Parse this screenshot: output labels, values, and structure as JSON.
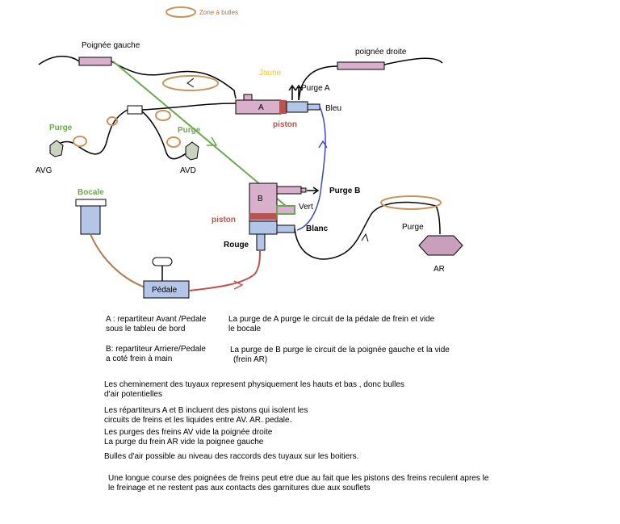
{
  "legend": {
    "bubble_zone": "Zone à bulles"
  },
  "labels": {
    "left_handle": "Poignée gauche",
    "right_handle": "poignée droite",
    "yellow": "Jaune",
    "purge_a": "Purge A",
    "a": "A",
    "blue": "Bleu",
    "piston_a": "piston",
    "purge_avg": "Purge",
    "purge_avd": "Purge",
    "avg": "AVG",
    "avd": "AVD",
    "b": "B",
    "purge_b": "Purge  B",
    "green": "Vert",
    "white": "Blanc",
    "piston_b": "piston",
    "red": "Rouge",
    "bocale": "Bocale",
    "purge_ar": "Purge",
    "ar": "AR",
    "pedal": "Pédale"
  },
  "notes": {
    "a_def_1": "A : repartiteur Avant /Pedale",
    "a_def_2": "sous le tableu de bord",
    "a_purge_1": "La purge de A purge le circuit de la pédale de frein et vide",
    "a_purge_2": "le bocale",
    "b_def_1": "B: repartiteur Arriere/Pedale",
    "b_def_2": "a coté frein à main",
    "b_purge_1": "La purge de B purge le circuit de la poignée gauche et la vide",
    "b_purge_2": "(frein AR)",
    "routing_1": "Les cheminement  des tuyaux represent physiquement les hauts et bas , donc bulles",
    "routing_2": "d'air potentielles",
    "pistons_1": "Les répartiteurs A et B incluent des pistons qui isolent les",
    "pistons_2": "circuits de freins et les liquides entre  AV. AR. pedale.",
    "purges_1": "Les purges des freins AV vide la poignée droite",
    "purges_2": "La purge du frein AR vide la poignee gauche",
    "bubbles": "Bulles d'air possible au niveau des raccords des tuyaux sur les boitiers.",
    "long_1": "Une longue course des poignées de freins peut etre due au fait que les pistons  des freins reculent apres le",
    "long_2": "le freinage  et ne restent pas aux contacts des garnitures due aux souflets"
  },
  "colors": {
    "bubble": "#c8945a",
    "green_line": "#6aa84f",
    "blue_line": "#3c48c8",
    "brown_line": "#b07a4f",
    "red_line": "#c0504d",
    "pink_block": "#d9b0cc",
    "blue_block": "#b4c6e7",
    "piston": "#b85450"
  }
}
